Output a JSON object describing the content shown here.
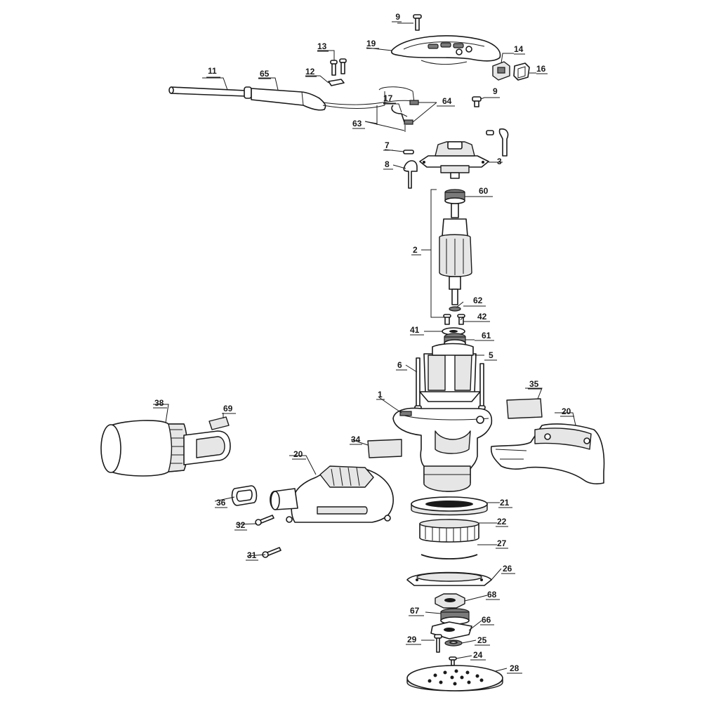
{
  "diagram": {
    "labels": [
      {
        "id": "lbl-9-top",
        "text": "9"
      },
      {
        "id": "lbl-19",
        "text": "19"
      },
      {
        "id": "lbl-13",
        "text": "13"
      },
      {
        "id": "lbl-14",
        "text": "14"
      },
      {
        "id": "lbl-16",
        "text": "16"
      },
      {
        "id": "lbl-12",
        "text": "12"
      },
      {
        "id": "lbl-11",
        "text": "11"
      },
      {
        "id": "lbl-65",
        "text": "65"
      },
      {
        "id": "lbl-9-mid",
        "text": "9"
      },
      {
        "id": "lbl-17",
        "text": "17"
      },
      {
        "id": "lbl-64",
        "text": "64"
      },
      {
        "id": "lbl-63",
        "text": "63"
      },
      {
        "id": "lbl-7",
        "text": "7"
      },
      {
        "id": "lbl-8",
        "text": "8"
      },
      {
        "id": "lbl-3",
        "text": "3"
      },
      {
        "id": "lbl-60",
        "text": "60"
      },
      {
        "id": "lbl-2",
        "text": "2"
      },
      {
        "id": "lbl-62",
        "text": "62"
      },
      {
        "id": "lbl-42",
        "text": "42"
      },
      {
        "id": "lbl-41",
        "text": "41"
      },
      {
        "id": "lbl-61",
        "text": "61"
      },
      {
        "id": "lbl-6",
        "text": "6"
      },
      {
        "id": "lbl-5",
        "text": "5"
      },
      {
        "id": "lbl-35",
        "text": "35"
      },
      {
        "id": "lbl-1",
        "text": "1"
      },
      {
        "id": "lbl-38",
        "text": "38"
      },
      {
        "id": "lbl-69",
        "text": "69"
      },
      {
        "id": "lbl-20-right",
        "text": "20"
      },
      {
        "id": "lbl-34",
        "text": "34"
      },
      {
        "id": "lbl-20-left",
        "text": "20"
      },
      {
        "id": "lbl-36",
        "text": "36"
      },
      {
        "id": "lbl-21",
        "text": "21"
      },
      {
        "id": "lbl-32",
        "text": "32"
      },
      {
        "id": "lbl-22",
        "text": "22"
      },
      {
        "id": "lbl-27",
        "text": "27"
      },
      {
        "id": "lbl-31",
        "text": "31"
      },
      {
        "id": "lbl-26",
        "text": "26"
      },
      {
        "id": "lbl-68",
        "text": "68"
      },
      {
        "id": "lbl-67",
        "text": "67"
      },
      {
        "id": "lbl-66",
        "text": "66"
      },
      {
        "id": "lbl-29",
        "text": "29"
      },
      {
        "id": "lbl-25",
        "text": "25"
      },
      {
        "id": "lbl-24",
        "text": "24"
      },
      {
        "id": "lbl-28",
        "text": "28"
      }
    ]
  }
}
